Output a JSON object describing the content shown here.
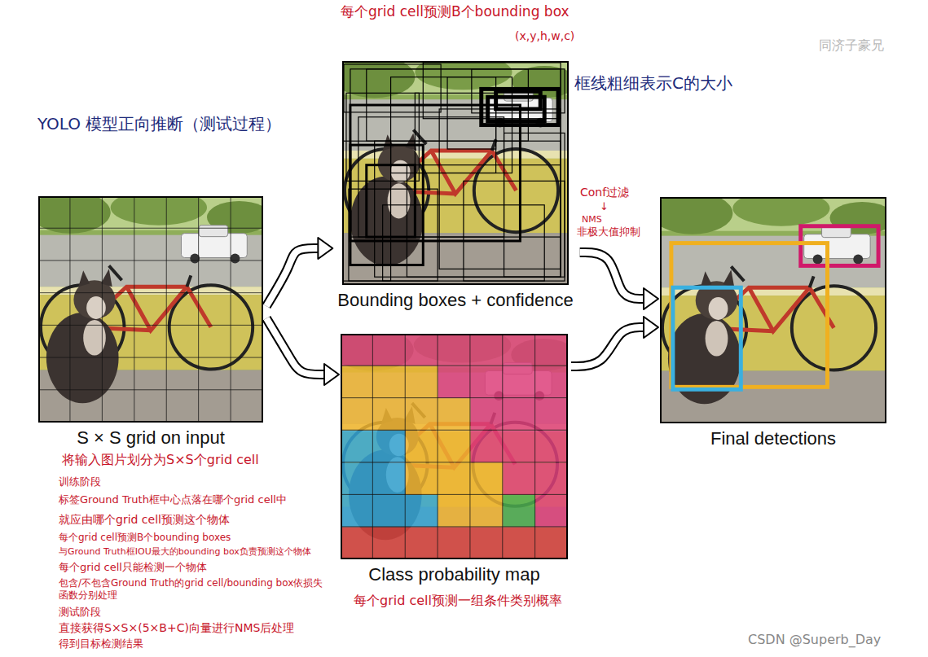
{
  "diagram": {
    "title": "YOLO 模型正向推断（测试过程）",
    "nodes": [
      {
        "text": [
          "S × S grid on input"
        ]
      },
      {
        "text": [
          "Bounding boxes + confidence"
        ]
      },
      {
        "text": [
          "Class probability map"
        ]
      },
      {
        "text": [
          "Final detections"
        ]
      }
    ],
    "edges": [
      {
        "from": 0,
        "to": 1,
        "arrow": "to"
      },
      {
        "from": 0,
        "to": 2,
        "arrow": "to"
      },
      {
        "from": 1,
        "to": 3,
        "arrow": "to"
      },
      {
        "from": 2,
        "to": 3,
        "arrow": "to"
      }
    ],
    "labels": [
      "每个grid cell预测B个bounding box",
      "(x,y,h,w,c)",
      "同济子豪兄",
      "框线粗细表示C的大小",
      "Conf过滤",
      "↓",
      "NMS",
      "非极大值抑制",
      "将输入图片划分为S×S个grid cell",
      "训练阶段",
      "标签Ground Truth框中心点落在哪个grid cell中",
      "就应由哪个grid cell预测这个物体",
      "每个grid cell预测B个bounding boxes",
      "与Ground Truth框IOU最大的bounding box负责预测这个物体",
      "每个grid cell只能检测一个物体",
      "包含/不包含Ground Truth的grid cell/bounding box依损失函数分别处理",
      "测试阶段",
      "直接获得S×S×(5×B+C)向量进行NMS后处理",
      "得到目标检测结果",
      "每个grid cell预测一组条件类别概率",
      "CSDN @Superb_Day"
    ]
  }
}
